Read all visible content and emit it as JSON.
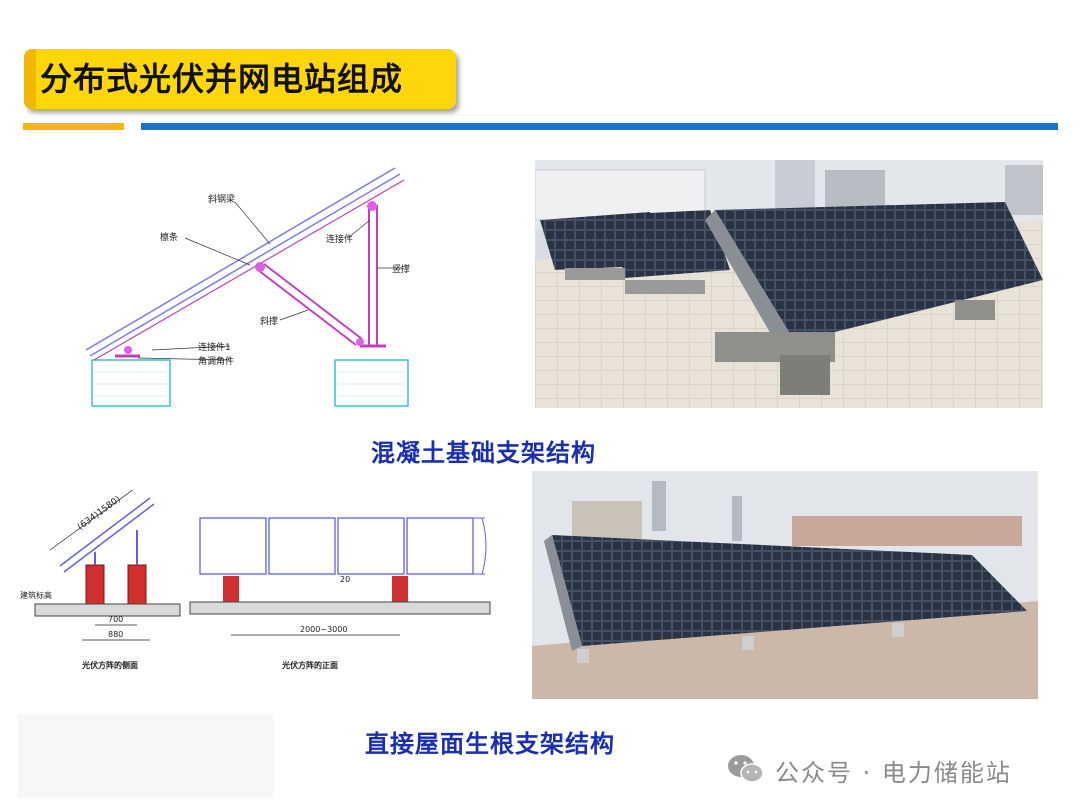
{
  "slide": {
    "title": "分布式光伏并网电站组成"
  },
  "top_section": {
    "caption": "混凝土基础支架结构",
    "drawing_labels": {
      "beam": "斜钢梁",
      "purlin": "檩条",
      "connector": "连接件",
      "column": "竖撑",
      "brace": "斜撑",
      "connector1": "连接件1",
      "angle": "角调角件"
    },
    "photo": "concrete-base-solar-array"
  },
  "bottom_section": {
    "caption": "直接屋面生根支架结构",
    "drawing_labels": {
      "panel_dim": "(634)1580)",
      "roof_level": "建筑标高",
      "dim_700": "700",
      "dim_880": "880",
      "side_view": "光伏方阵的侧面",
      "dim_20": "20",
      "dim_span": "2000~3000",
      "front_view": "光伏方阵的正面"
    },
    "photo": "roof-anchored-solar-array"
  },
  "watermark": {
    "text": "公众号 · 电力储能站",
    "icon": "wechat-icon"
  },
  "colors": {
    "title_bg": "#ffd60a",
    "rule_yellow": "#f5b50a",
    "rule_blue": "#1a73c4",
    "caption": "#1a2fb0"
  }
}
